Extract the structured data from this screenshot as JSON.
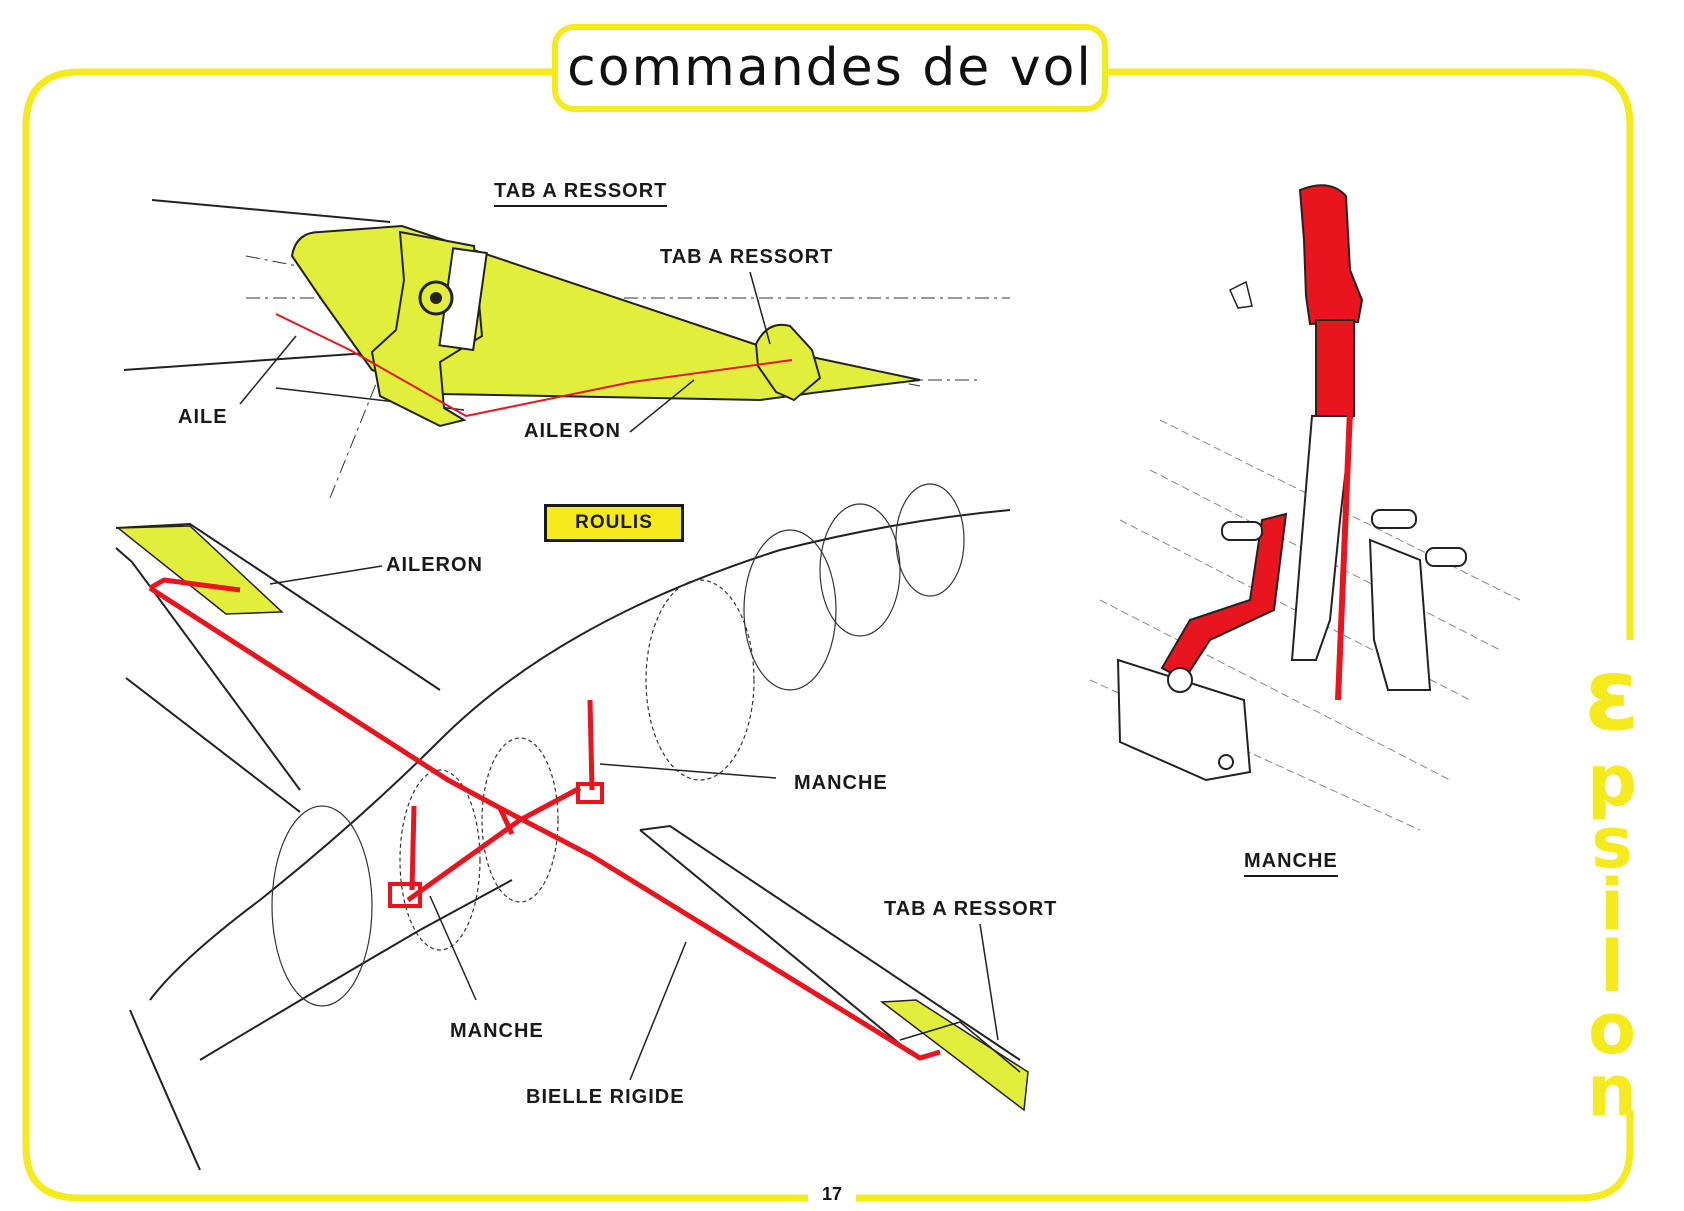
{
  "title": "commandes de vol",
  "sections": {
    "tab_diagram": {
      "heading": "TAB A RESSORT",
      "labels": {
        "tab": "TAB A RESSORT",
        "wing": "AILE",
        "aileron": "AILERON"
      }
    },
    "roulis_diagram": {
      "badge": "ROULIS",
      "labels": {
        "aileron": "AILERON",
        "manche_right": "MANCHE",
        "manche_bottom": "MANCHE",
        "bielle": "BIELLE RIGIDE",
        "tab": "TAB A RESSORT"
      }
    },
    "stick_diagram": {
      "caption": "MANCHE"
    }
  },
  "brand": {
    "letters": [
      "ε",
      "p",
      "s",
      "i",
      "l",
      "o",
      "n"
    ]
  },
  "page_number": "17",
  "colors": {
    "frame": "#f5ea1c",
    "surface": "#e2ee3c",
    "linkage": "#e8141e",
    "ink": "#1a1a1a"
  }
}
